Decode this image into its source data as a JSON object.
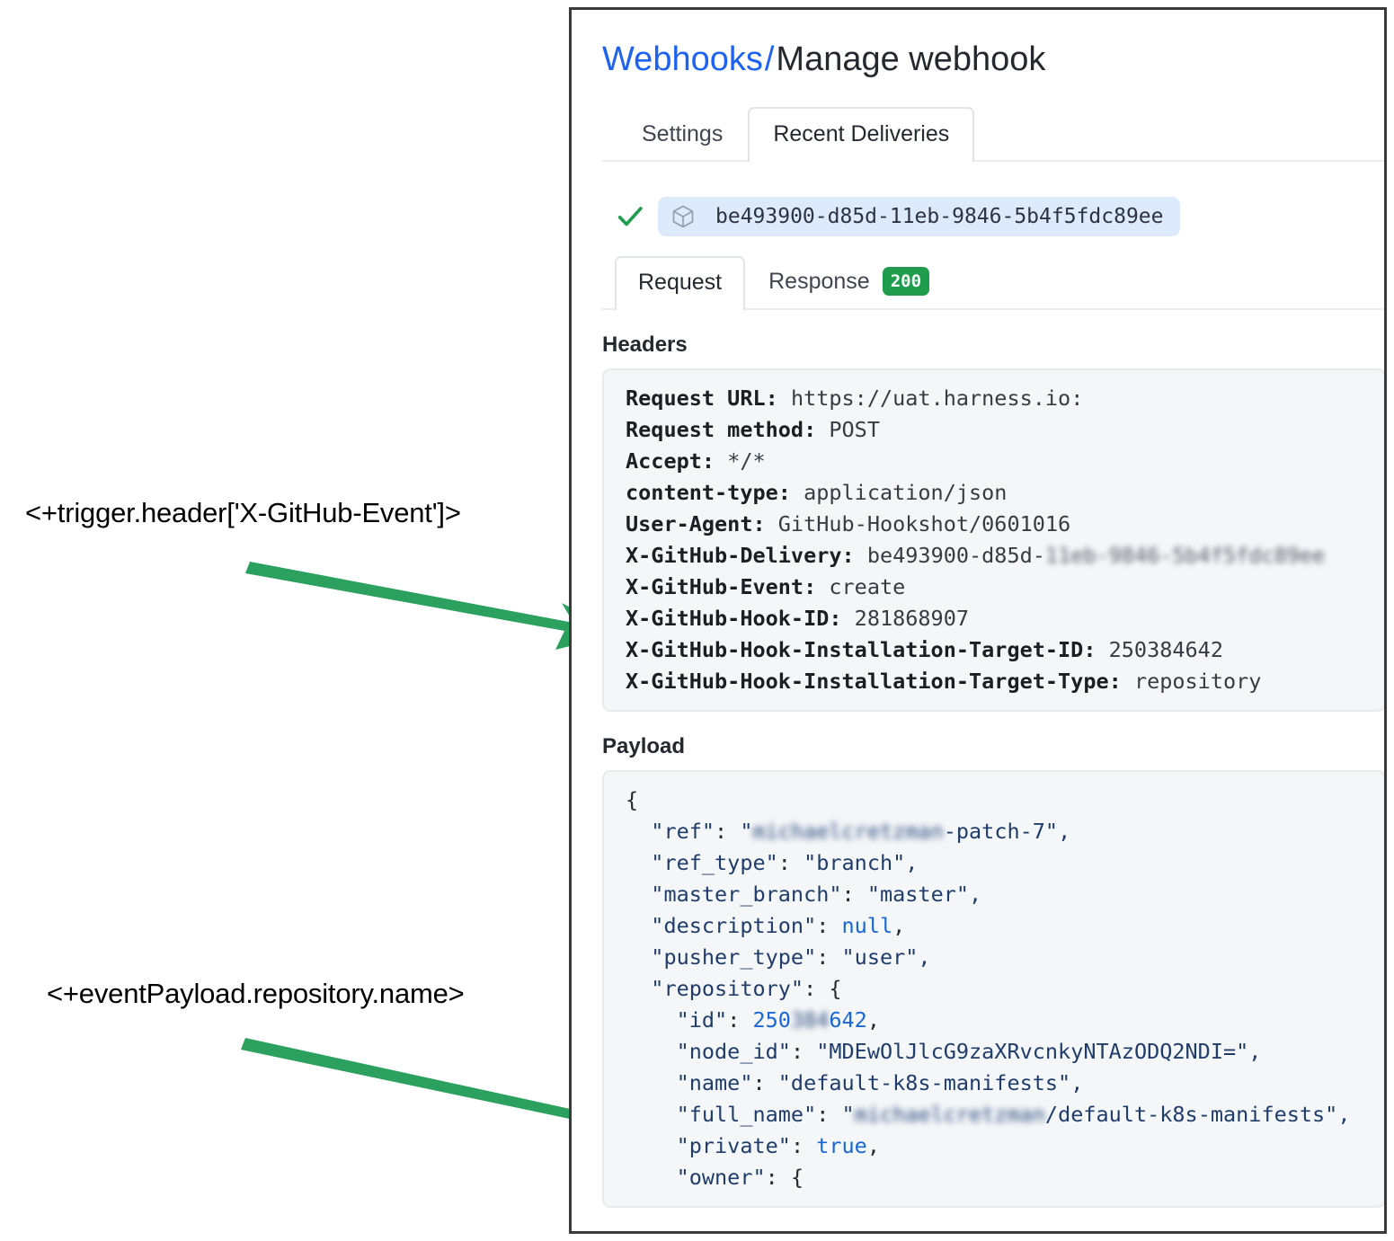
{
  "annotations": [
    {
      "text": "<+trigger.header['X-GitHub-Event']>",
      "arrow_color": "#2ba05f"
    },
    {
      "text": "<+eventPayload.repository.name>",
      "arrow_color": "#2ba05f"
    }
  ],
  "card": {
    "breadcrumb": {
      "link": "Webhooks",
      "separator": "/",
      "current": "Manage webhook",
      "link_color": "#1d62f0"
    },
    "tabs": [
      {
        "label": "Settings",
        "selected": false
      },
      {
        "label": "Recent Deliveries",
        "selected": true
      }
    ],
    "delivery": {
      "status_icon": "check-icon",
      "status_color": "#1f9d4d",
      "package_icon": "cube-icon",
      "guid": "be493900-d85d-11eb-9846-5b4f5fdc89ee",
      "chip_bg": "#ddeafc"
    },
    "subtabs": [
      {
        "label": "Request",
        "selected": true,
        "badge": null
      },
      {
        "label": "Response",
        "selected": false,
        "badge": "200",
        "badge_color": "#1f9d4d"
      }
    ],
    "headers_section": {
      "label": "Headers",
      "lines": [
        {
          "key": "Request URL:",
          "value": "https://uat.harness.io:",
          "redacted": null
        },
        {
          "key": "Request method:",
          "value": "POST",
          "redacted": null
        },
        {
          "key": "Accept:",
          "value": "*/*",
          "redacted": null
        },
        {
          "key": "content-type:",
          "value": "application/json",
          "redacted": null
        },
        {
          "key": "User-Agent:",
          "value": "GitHub-Hookshot/0601016",
          "redacted": null
        },
        {
          "key": "X-GitHub-Delivery:",
          "value": "be493900-d85d-",
          "redacted": "11eb-9846-5b4f5fdc89ee"
        },
        {
          "key": "X-GitHub-Event:",
          "value": "create",
          "redacted": null
        },
        {
          "key": "X-GitHub-Hook-ID:",
          "value": "281868907",
          "redacted": null
        },
        {
          "key": "X-GitHub-Hook-Installation-Target-ID:",
          "value": "250384642",
          "redacted": null
        },
        {
          "key": "X-GitHub-Hook-Installation-Target-Type:",
          "value": "repository",
          "redacted": null
        }
      ]
    },
    "payload_section": {
      "label": "Payload",
      "lines": [
        {
          "indent": 0,
          "text": "{"
        },
        {
          "indent": 1,
          "key": "\"ref\"",
          "sep": ": ",
          "value_pre": "\"",
          "redacted": "michaelcretzman",
          "value_post": "-patch-7\",",
          "kind": "string"
        },
        {
          "indent": 1,
          "key": "\"ref_type\"",
          "sep": ": ",
          "value": "\"branch\",",
          "kind": "string"
        },
        {
          "indent": 1,
          "key": "\"master_branch\"",
          "sep": ": ",
          "value": "\"master\",",
          "kind": "string"
        },
        {
          "indent": 1,
          "key": "\"description\"",
          "sep": ": ",
          "value": "null",
          "tail": ",",
          "kind": "literal"
        },
        {
          "indent": 1,
          "key": "\"pusher_type\"",
          "sep": ": ",
          "value": "\"user\",",
          "kind": "string"
        },
        {
          "indent": 1,
          "key": "\"repository\"",
          "sep": ": ",
          "value": "{",
          "kind": "punc"
        },
        {
          "indent": 2,
          "key": "\"id\"",
          "sep": ": ",
          "value_pre": "250",
          "redacted": "384",
          "value_post": "642",
          "tail": ",",
          "kind": "literal"
        },
        {
          "indent": 2,
          "key": "\"node_id\"",
          "sep": ": ",
          "value": "\"MDEwOlJlcG9zaXRvcnkyNTAzODQ2NDI=\",",
          "kind": "string"
        },
        {
          "indent": 2,
          "key": "\"name\"",
          "sep": ": ",
          "value": "\"default-k8s-manifests\",",
          "kind": "string"
        },
        {
          "indent": 2,
          "key": "\"full_name\"",
          "sep": ": ",
          "value_pre": "\"",
          "redacted": "michaelcretzman",
          "value_post": "/default-k8s-manifests\",",
          "kind": "string"
        },
        {
          "indent": 2,
          "key": "\"private\"",
          "sep": ": ",
          "value": "true",
          "tail": ",",
          "kind": "literal"
        },
        {
          "indent": 2,
          "key": "\"owner\"",
          "sep": ": ",
          "value": "{",
          "kind": "punc"
        }
      ]
    }
  }
}
